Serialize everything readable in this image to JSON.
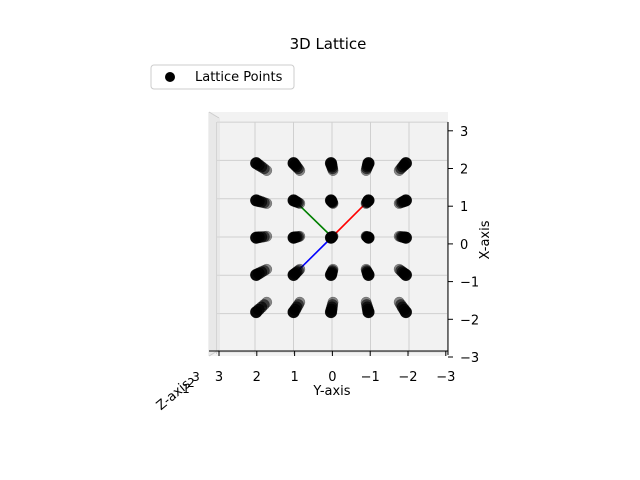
{
  "chart_data": {
    "type": "scatter",
    "title": "3D Lattice",
    "xlabel": "X-axis",
    "ylabel": "Y-axis",
    "zlabel": "Z-axis",
    "xlim": [
      -3,
      3
    ],
    "ylim": [
      -3,
      3
    ],
    "zlim": [
      -3,
      3
    ],
    "grid": true,
    "legend": {
      "entries": [
        "Lattice Points"
      ],
      "position": "upper-left"
    },
    "x_ticks": [
      "−3",
      "−2",
      "−1",
      "0",
      "1",
      "2",
      "3"
    ],
    "y_ticks": [
      "3",
      "2",
      "1",
      "0",
      "−1",
      "−2",
      "−3"
    ],
    "z_ticks": [
      "3",
      "2",
      "1"
    ],
    "series": [
      {
        "name": "Lattice Points",
        "color": "#000000",
        "points": [
          [
            -2,
            -2,
            -2
          ],
          [
            -2,
            -2,
            -1
          ],
          [
            -2,
            -2,
            0
          ],
          [
            -2,
            -2,
            1
          ],
          [
            -2,
            -2,
            2
          ],
          [
            -2,
            -1,
            -2
          ],
          [
            -2,
            -1,
            -1
          ],
          [
            -2,
            -1,
            0
          ],
          [
            -2,
            -1,
            1
          ],
          [
            -2,
            -1,
            2
          ],
          [
            -2,
            0,
            -2
          ],
          [
            -2,
            0,
            -1
          ],
          [
            -2,
            0,
            0
          ],
          [
            -2,
            0,
            1
          ],
          [
            -2,
            0,
            2
          ],
          [
            -2,
            1,
            -2
          ],
          [
            -2,
            1,
            -1
          ],
          [
            -2,
            1,
            0
          ],
          [
            -2,
            1,
            1
          ],
          [
            -2,
            1,
            2
          ],
          [
            -2,
            2,
            -2
          ],
          [
            -2,
            2,
            -1
          ],
          [
            -2,
            2,
            0
          ],
          [
            -2,
            2,
            1
          ],
          [
            -2,
            2,
            2
          ],
          [
            -1,
            -2,
            -2
          ],
          [
            -1,
            -2,
            -1
          ],
          [
            -1,
            -2,
            0
          ],
          [
            -1,
            -2,
            1
          ],
          [
            -1,
            -2,
            2
          ],
          [
            -1,
            -1,
            -2
          ],
          [
            -1,
            -1,
            -1
          ],
          [
            -1,
            -1,
            0
          ],
          [
            -1,
            -1,
            1
          ],
          [
            -1,
            -1,
            2
          ],
          [
            -1,
            0,
            -2
          ],
          [
            -1,
            0,
            -1
          ],
          [
            -1,
            0,
            0
          ],
          [
            -1,
            0,
            1
          ],
          [
            -1,
            0,
            2
          ],
          [
            -1,
            1,
            -2
          ],
          [
            -1,
            1,
            -1
          ],
          [
            -1,
            1,
            0
          ],
          [
            -1,
            1,
            1
          ],
          [
            -1,
            1,
            2
          ],
          [
            -1,
            2,
            -2
          ],
          [
            -1,
            2,
            -1
          ],
          [
            -1,
            2,
            0
          ],
          [
            -1,
            2,
            1
          ],
          [
            -1,
            2,
            2
          ],
          [
            0,
            -2,
            -2
          ],
          [
            0,
            -2,
            -1
          ],
          [
            0,
            -2,
            0
          ],
          [
            0,
            -2,
            1
          ],
          [
            0,
            -2,
            2
          ],
          [
            0,
            -1,
            -2
          ],
          [
            0,
            -1,
            -1
          ],
          [
            0,
            -1,
            0
          ],
          [
            0,
            -1,
            1
          ],
          [
            0,
            -1,
            2
          ],
          [
            0,
            0,
            -2
          ],
          [
            0,
            0,
            -1
          ],
          [
            0,
            0,
            0
          ],
          [
            0,
            0,
            1
          ],
          [
            0,
            0,
            2
          ],
          [
            0,
            1,
            -2
          ],
          [
            0,
            1,
            -1
          ],
          [
            0,
            1,
            0
          ],
          [
            0,
            1,
            1
          ],
          [
            0,
            1,
            2
          ],
          [
            0,
            2,
            -2
          ],
          [
            0,
            2,
            -1
          ],
          [
            0,
            2,
            0
          ],
          [
            0,
            2,
            1
          ],
          [
            0,
            2,
            2
          ],
          [
            1,
            -2,
            -2
          ],
          [
            1,
            -2,
            -1
          ],
          [
            1,
            -2,
            0
          ],
          [
            1,
            -2,
            1
          ],
          [
            1,
            -2,
            2
          ],
          [
            1,
            -1,
            -2
          ],
          [
            1,
            -1,
            -1
          ],
          [
            1,
            -1,
            0
          ],
          [
            1,
            -1,
            1
          ],
          [
            1,
            -1,
            2
          ],
          [
            1,
            0,
            -2
          ],
          [
            1,
            0,
            -1
          ],
          [
            1,
            0,
            0
          ],
          [
            1,
            0,
            1
          ],
          [
            1,
            0,
            2
          ],
          [
            1,
            1,
            -2
          ],
          [
            1,
            1,
            -1
          ],
          [
            1,
            1,
            0
          ],
          [
            1,
            1,
            1
          ],
          [
            1,
            1,
            2
          ],
          [
            1,
            2,
            -2
          ],
          [
            1,
            2,
            -1
          ],
          [
            1,
            2,
            0
          ],
          [
            1,
            2,
            1
          ],
          [
            1,
            2,
            2
          ],
          [
            2,
            -2,
            -2
          ],
          [
            2,
            -2,
            -1
          ],
          [
            2,
            -2,
            0
          ],
          [
            2,
            -2,
            1
          ],
          [
            2,
            -2,
            2
          ],
          [
            2,
            -1,
            -2
          ],
          [
            2,
            -1,
            -1
          ],
          [
            2,
            -1,
            0
          ],
          [
            2,
            -1,
            1
          ],
          [
            2,
            -1,
            2
          ],
          [
            2,
            0,
            -2
          ],
          [
            2,
            0,
            -1
          ],
          [
            2,
            0,
            0
          ],
          [
            2,
            0,
            1
          ],
          [
            2,
            0,
            2
          ],
          [
            2,
            1,
            -2
          ],
          [
            2,
            1,
            -1
          ],
          [
            2,
            1,
            0
          ],
          [
            2,
            1,
            1
          ],
          [
            2,
            1,
            2
          ],
          [
            2,
            2,
            -2
          ],
          [
            2,
            2,
            -1
          ],
          [
            2,
            2,
            0
          ],
          [
            2,
            2,
            1
          ],
          [
            2,
            2,
            2
          ]
        ]
      }
    ],
    "vectors": [
      {
        "color": "#ff0000",
        "from": [
          0,
          0,
          0
        ],
        "to": [
          1,
          -1,
          1
        ]
      },
      {
        "color": "#008000",
        "from": [
          0,
          0,
          0
        ],
        "to": [
          1,
          1,
          1
        ]
      },
      {
        "color": "#0000ff",
        "from": [
          0,
          0,
          0
        ],
        "to": [
          -1,
          1,
          1
        ]
      }
    ]
  }
}
